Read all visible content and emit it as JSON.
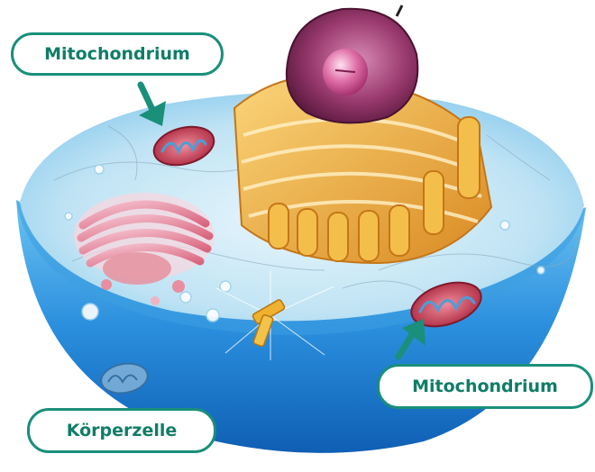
{
  "labels": {
    "mitochondrion_top": "Mitochondrium",
    "mitochondrion_right": "Mitochondrium",
    "cell": "Körperzelle"
  },
  "colors": {
    "label_border": "#1a8f7a",
    "label_text": "#0f7d68",
    "cytoplasm": "#5fb8e8",
    "membrane_shell": "#1f7fd1",
    "nucleus": "#8b2c5c",
    "endoplasmic_reticulum": "#f2b448",
    "golgi": "#e68ca0",
    "mitochondria": "#c23a4e",
    "centriole": "#f0b030"
  }
}
